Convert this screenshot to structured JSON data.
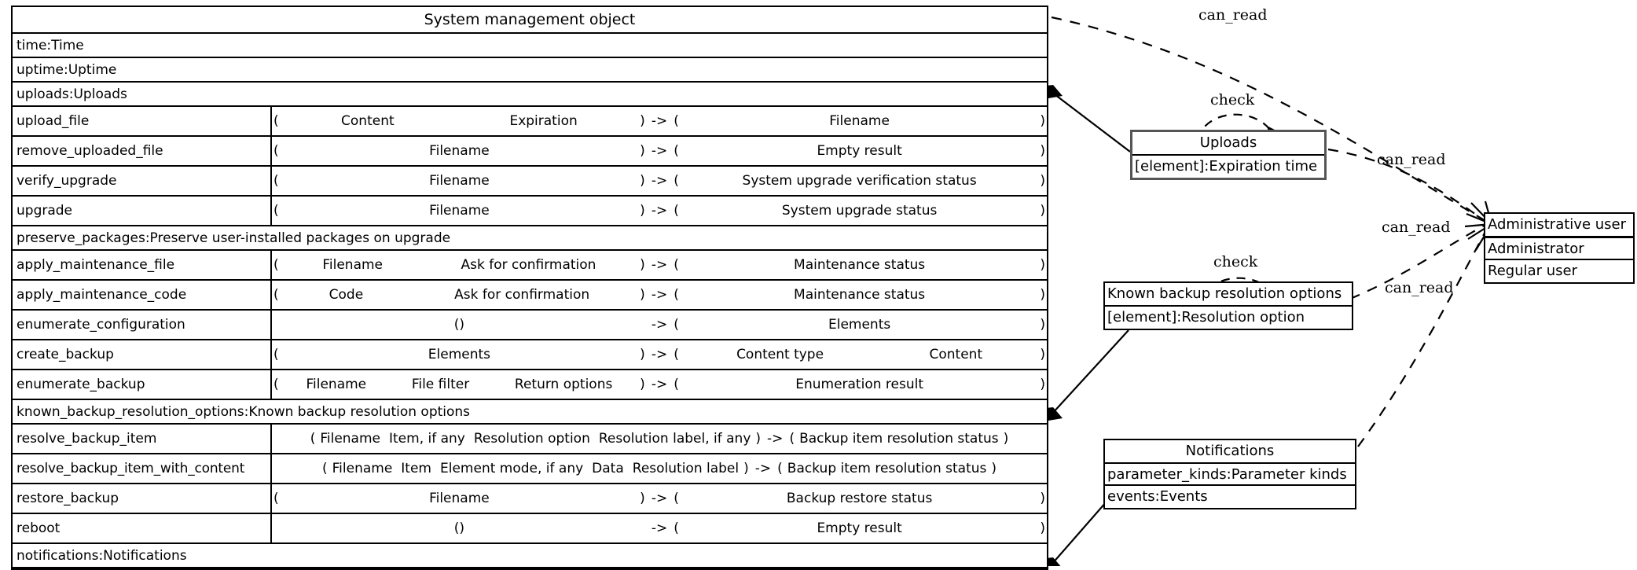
{
  "main_class": {
    "title": "System management object",
    "attributes_top": [
      "time:Time",
      "uptime:Uptime",
      "uploads:Uploads"
    ],
    "rows": [
      {
        "kind": "method",
        "name": "upload_file",
        "args": [
          "Content",
          "Expiration"
        ],
        "ret": [
          "Filename"
        ]
      },
      {
        "kind": "method",
        "name": "remove_uploaded_file",
        "args": [
          "Filename"
        ],
        "ret": [
          "Empty result"
        ]
      },
      {
        "kind": "method",
        "name": "verify_upgrade",
        "args": [
          "Filename"
        ],
        "ret": [
          "System upgrade verification status"
        ]
      },
      {
        "kind": "method",
        "name": "upgrade",
        "args": [
          "Filename"
        ],
        "ret": [
          "System upgrade status"
        ]
      },
      {
        "kind": "attribute",
        "name": "preserve_packages:Preserve user-installed packages on upgrade"
      },
      {
        "kind": "method",
        "name": "apply_maintenance_file",
        "args": [
          "Filename",
          "Ask for confirmation"
        ],
        "ret": [
          "Maintenance status"
        ]
      },
      {
        "kind": "method",
        "name": "apply_maintenance_code",
        "args": [
          "Code",
          "Ask for confirmation"
        ],
        "ret": [
          "Maintenance status"
        ]
      },
      {
        "kind": "method",
        "name": "enumerate_configuration",
        "args": [],
        "ret": [
          "Elements"
        ]
      },
      {
        "kind": "method",
        "name": "create_backup",
        "args": [
          "Elements"
        ],
        "ret": [
          "Content type",
          "Content"
        ]
      },
      {
        "kind": "method",
        "name": "enumerate_backup",
        "args": [
          "Filename",
          "File filter",
          "Return options"
        ],
        "ret": [
          "Enumeration result"
        ]
      },
      {
        "kind": "attribute",
        "name": "known_backup_resolution_options:Known backup resolution options"
      },
      {
        "kind": "method",
        "tight": true,
        "name": "resolve_backup_item",
        "args": [
          "Filename",
          "Item, if any",
          "Resolution option",
          "Resolution label, if any"
        ],
        "ret": [
          "Backup item resolution status"
        ]
      },
      {
        "kind": "method",
        "tight": true,
        "name": "resolve_backup_item_with_content",
        "args": [
          "Filename",
          "Item",
          "Element mode, if any",
          "Data",
          "Resolution label"
        ],
        "ret": [
          "Backup item resolution status"
        ]
      },
      {
        "kind": "method",
        "name": "restore_backup",
        "args": [
          "Filename"
        ],
        "ret": [
          "Backup restore status"
        ]
      },
      {
        "kind": "method",
        "name": "reboot",
        "args": [],
        "ret": [
          "Empty result"
        ]
      },
      {
        "kind": "attribute",
        "name": "notifications:Notifications"
      }
    ],
    "empty_args_token": "()",
    "open_paren": "(",
    "close_paren": ")",
    "arrow_token": "-> ("
  },
  "uploads_box": {
    "title": "Uploads",
    "rows": [
      "[element]:Expiration time"
    ]
  },
  "known_backup_box": {
    "title": "Known backup resolution options",
    "rows": [
      "[element]:Resolution option"
    ]
  },
  "notifications_box": {
    "title": "Notifications",
    "rows": [
      "parameter_kinds:Parameter kinds",
      "events:Events"
    ]
  },
  "admin_user_box": {
    "title": "Administrative user",
    "rows": [
      "Administrator",
      "Regular user"
    ]
  },
  "edge_labels": {
    "can_read_top": "can_read",
    "can_read_uploads": "can_read",
    "can_read_middle": "can_read",
    "can_read_lower": "can_read",
    "check_uploads": "check",
    "check_known_backup": "check"
  },
  "colors": {
    "line": "#000000",
    "heavy_border": "#555555",
    "background": "#ffffff"
  }
}
